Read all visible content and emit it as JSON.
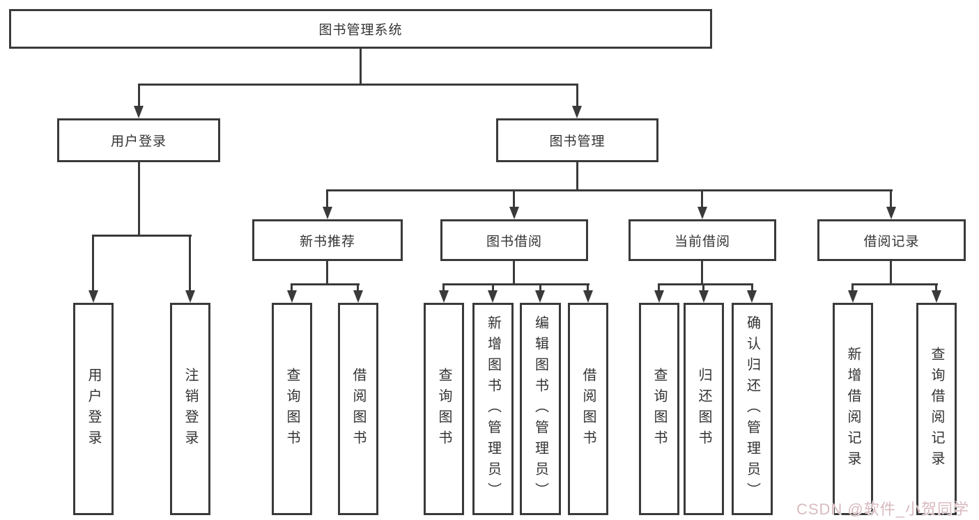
{
  "title": {
    "label": "图书管理系统"
  },
  "nodes": {
    "user_login": {
      "label": "用户登录"
    },
    "book_mgmt": {
      "label": "图书管理"
    },
    "new_books": {
      "label": "新书推荐"
    },
    "book_borrow": {
      "label": "图书借阅"
    },
    "current_borrow": {
      "label": "当前借阅"
    },
    "borrow_records": {
      "label": "借阅记录"
    }
  },
  "leaves": {
    "user_login": [
      "用户登录",
      "注销登录"
    ],
    "new_books": [
      "查询图书",
      "借阅图书"
    ],
    "book_borrow": [
      "查询图书",
      "新增图书（管理员）",
      "编辑图书（管理员）",
      "借阅图书"
    ],
    "current_borrow": [
      "查询图书",
      "归还图书",
      "确认归还（管理员）"
    ],
    "borrow_records": [
      "新增借阅记录",
      "查询借阅记录"
    ]
  },
  "watermark": {
    "text": "CSDN @软件_小贺同学"
  },
  "colors": {
    "line": "#3a3a3a",
    "text": "#333333",
    "background": "#ffffff",
    "watermark": "#d9babe"
  }
}
